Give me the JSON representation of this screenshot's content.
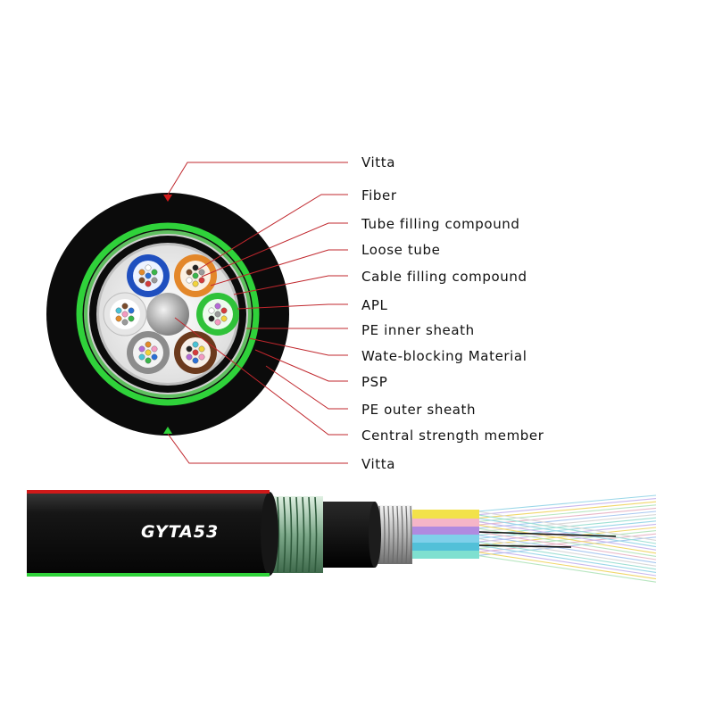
{
  "diagram": {
    "labels": [
      "Vitta",
      "Fiber",
      "Tube filling compound",
      "Loose tube",
      "Cable filling compound",
      "APL",
      "PE inner sheath",
      "Wate-blocking Material",
      "PSP",
      "PE outer sheath",
      "Central strength member",
      "Vitta"
    ],
    "cable_model": "GYTA53",
    "colors": {
      "leader_line": "#c0272d",
      "outer_sheath": "#0a0a0a",
      "green_stripe": "#2fd23a",
      "vitta_red": "#d01919",
      "vitta_green": "#2fd23a",
      "tube_blue": "#1f4fbf",
      "tube_orange": "#e3872a",
      "tube_green": "#2fc239",
      "tube_brown": "#6b3a1d",
      "tube_grey": "#8c8c8c",
      "tube_white": "#f4f4f4"
    }
  }
}
